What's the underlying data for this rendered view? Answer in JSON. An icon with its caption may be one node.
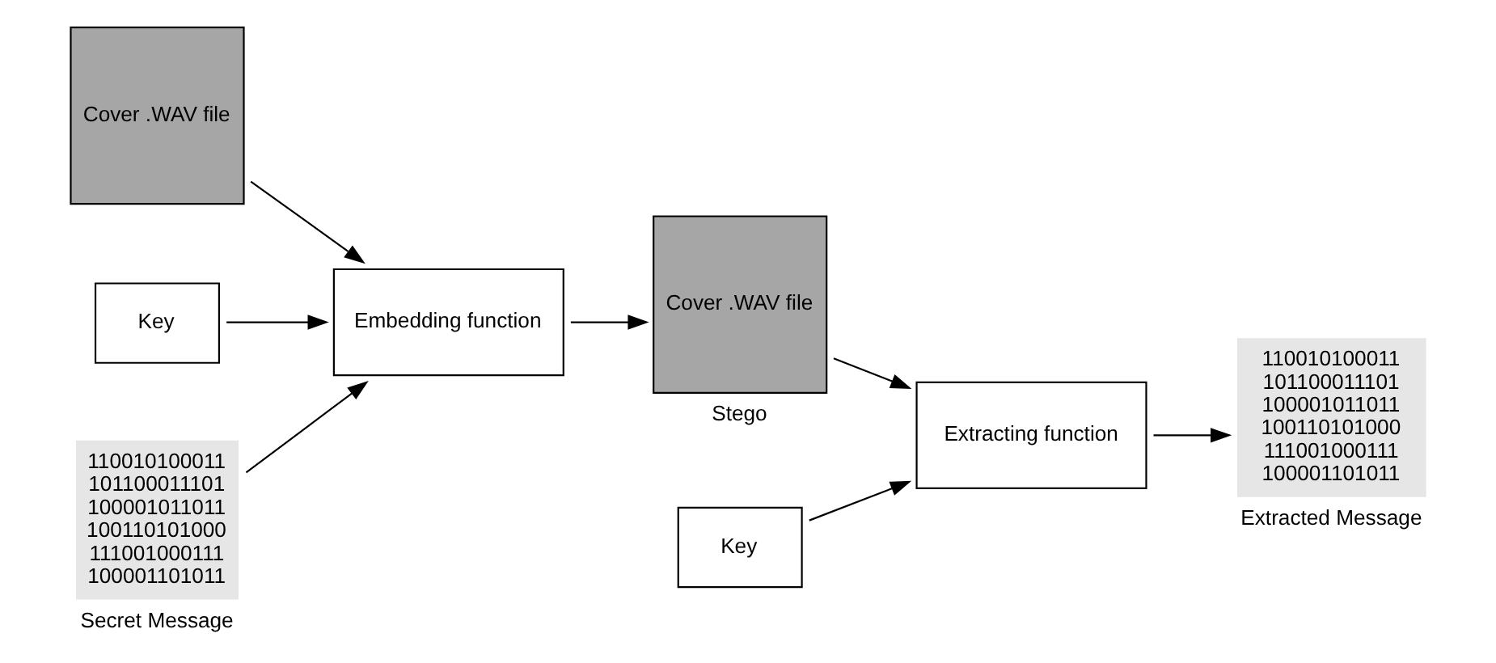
{
  "diagram": {
    "nodes": [
      {
        "text": [
          "Cover .WAV file"
        ]
      },
      {
        "text": [
          "Key"
        ]
      },
      {
        "text": [
          "Embedding function"
        ]
      },
      {
        "text": [
          "110010100011 101100011101 100001011011 100110101000 111001000111 100001101011"
        ],
        "beside": [
          "Secret Message"
        ]
      },
      {
        "text": [
          "Cover .WAV file"
        ],
        "beside": [
          "Stego"
        ]
      },
      {
        "text": [
          "Key"
        ]
      },
      {
        "text": [
          "Extracting function"
        ]
      },
      {
        "text": [
          "110010100011 101100011101 100001011011 100110101000 111001000111 100001101011"
        ],
        "beside": [
          "Extracted Message"
        ]
      }
    ],
    "edges": [
      {
        "from": 0,
        "to": 2,
        "arrow": "to"
      },
      {
        "from": 1,
        "to": 2,
        "arrow": "to"
      },
      {
        "from": 3,
        "to": 2,
        "arrow": "to"
      },
      {
        "from": 2,
        "to": 4,
        "arrow": "to"
      },
      {
        "from": 4,
        "to": 6,
        "arrow": "to"
      },
      {
        "from": 5,
        "to": 6,
        "arrow": "to"
      },
      {
        "from": 6,
        "to": 7,
        "arrow": "to"
      }
    ]
  }
}
